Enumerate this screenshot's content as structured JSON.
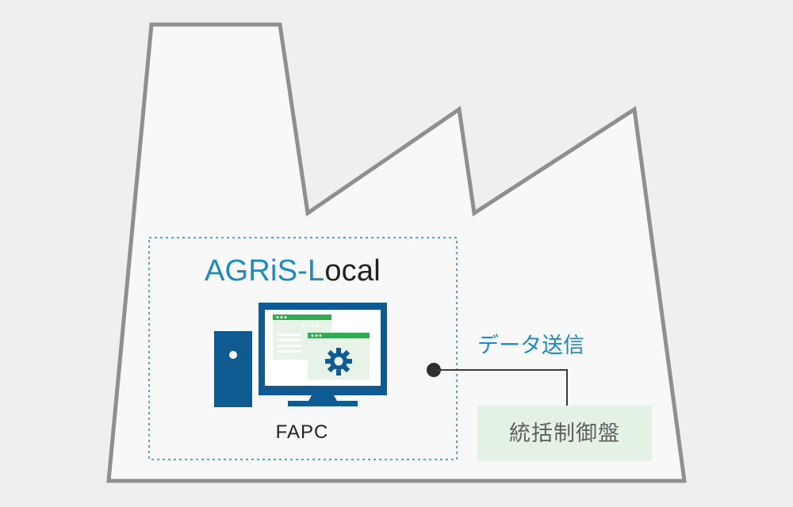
{
  "system_name": {
    "prefix": "AGRiS-L",
    "suffix": "ocal"
  },
  "pc_label": "FAPC",
  "connection_label": "データ送信",
  "device_label": "統括制御盤",
  "colors": {
    "background": "#efefef",
    "factory_outline": "#8f8f8f",
    "factory_fill": "#f8f8f8",
    "accent_blue": "#1a8ac1",
    "pc_blue": "#0f5a91",
    "window_green": "#34a853",
    "panel_fill": "#e3f2e4",
    "text_dark": "#222222",
    "text_gray": "#5f5f5f",
    "connector": "#3a3a3a"
  },
  "icons": {
    "pc": "desktop-pc-icon",
    "gear": "gear-icon",
    "connection": "connection-node-icon"
  }
}
